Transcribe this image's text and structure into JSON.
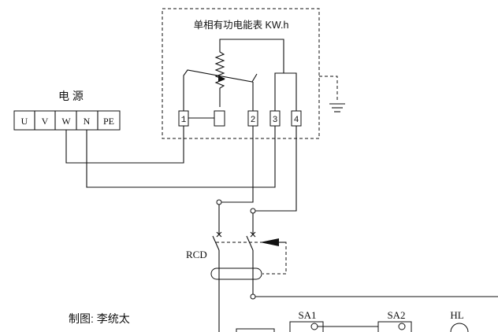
{
  "meter": {
    "title": "单相有功电能表 KW.h",
    "terminals": [
      "1",
      "2",
      "3",
      "4"
    ]
  },
  "power_source": {
    "title": "电  源",
    "terminals": [
      "U",
      "V",
      "W",
      "N",
      "PE"
    ]
  },
  "rcd_label": "RCD",
  "author_label": "制图: 李统太",
  "switches": [
    "SA1",
    "SA2"
  ],
  "lamp_label": "HL",
  "colors": {
    "line": "#111111",
    "background": "#ffffff"
  }
}
